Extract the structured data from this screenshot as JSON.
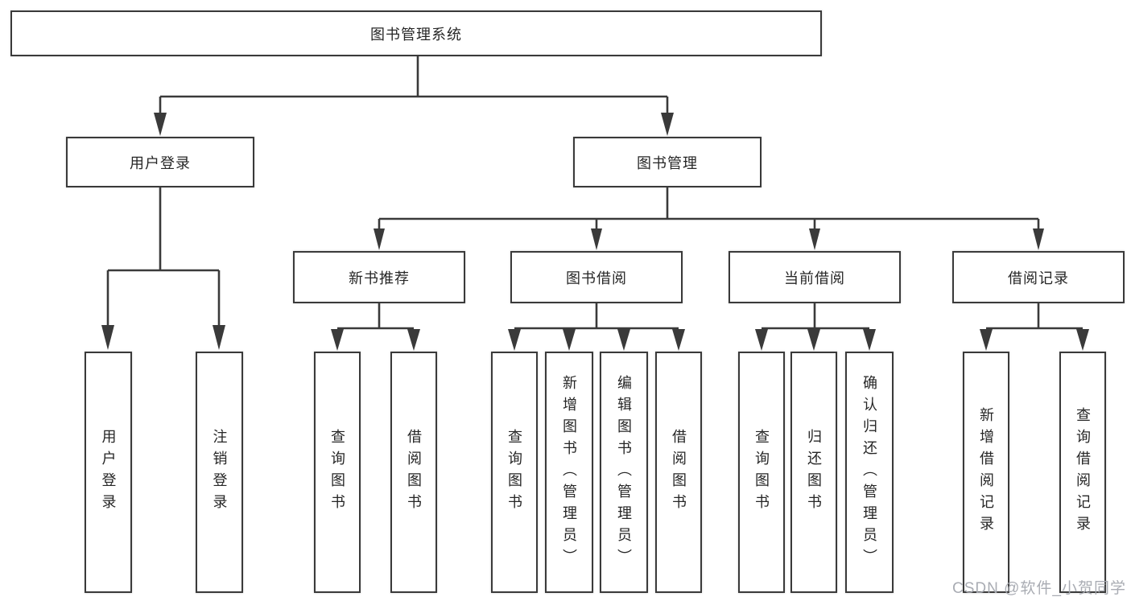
{
  "diagram": {
    "title": "图书管理系统",
    "level2": [
      {
        "id": "user-login",
        "label": "用户登录",
        "parent": "root"
      },
      {
        "id": "book-management",
        "label": "图书管理",
        "parent": "root"
      }
    ],
    "level3": [
      {
        "id": "new-book-recommend",
        "label": "新书推荐",
        "parent": "book-management"
      },
      {
        "id": "book-borrowing",
        "label": "图书借阅",
        "parent": "book-management"
      },
      {
        "id": "current-borrowing",
        "label": "当前借阅",
        "parent": "book-management"
      },
      {
        "id": "borrowing-records",
        "label": "借阅记录",
        "parent": "book-management"
      }
    ],
    "leaves": [
      {
        "label": "用户登录",
        "parent": "user-login"
      },
      {
        "label": "注销登录",
        "parent": "user-login"
      },
      {
        "label": "查询图书",
        "parent": "new-book-recommend"
      },
      {
        "label": "借阅图书",
        "parent": "new-book-recommend"
      },
      {
        "label": "查询图书",
        "parent": "book-borrowing"
      },
      {
        "label": "新增图书（管理员）",
        "parent": "book-borrowing"
      },
      {
        "label": "编辑图书（管理员）",
        "parent": "book-borrowing"
      },
      {
        "label": "借阅图书",
        "parent": "book-borrowing"
      },
      {
        "label": "查询图书",
        "parent": "current-borrowing"
      },
      {
        "label": "归还图书",
        "parent": "current-borrowing"
      },
      {
        "label": "确认归还（管理员）",
        "parent": "current-borrowing"
      },
      {
        "label": "新增借阅记录",
        "parent": "borrowing-records"
      },
      {
        "label": "查询借阅记录",
        "parent": "borrowing-records"
      }
    ],
    "watermark": "CSDN @软件_小贺同学",
    "colors": {
      "line": "#3a3a3a",
      "box_border": "#3a3a3a",
      "box_fill": "#ffffff",
      "text": "#262626",
      "watermark": "#a4a8af"
    }
  }
}
